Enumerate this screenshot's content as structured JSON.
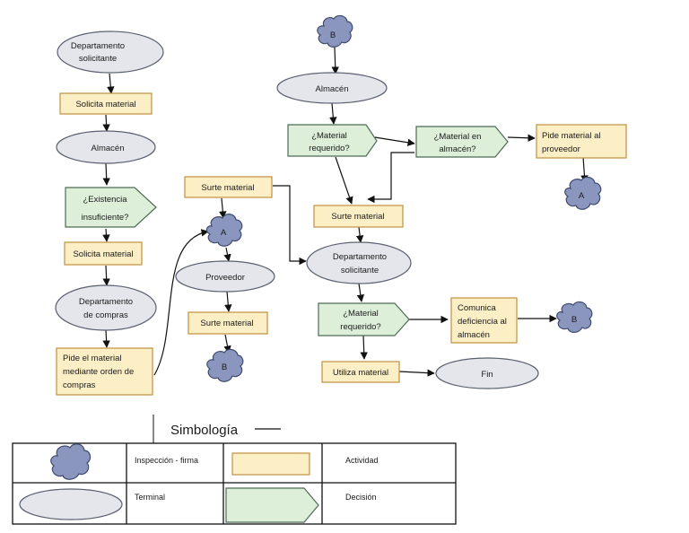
{
  "colors": {
    "activity_fill": "#FCEFC6",
    "activity_stroke": "#C09040",
    "terminal_fill": "#E4E6EB",
    "terminal_stroke": "#5A6070",
    "decision_fill": "#DDEFD9",
    "decision_stroke": "#4E6B55",
    "cloud_fill": "#8A96BE",
    "cloud_stroke": "#3F4A6E",
    "line": "#111111"
  },
  "nodes": {
    "depto_solicitante_1": [
      "Departamento",
      "solicitante"
    ],
    "solicita_material_1": [
      "Solicita material"
    ],
    "almacen_1": [
      "Almacén"
    ],
    "existencia_insuficiente": [
      "¿Existencia",
      "insuficiente?"
    ],
    "solicita_material_2": [
      "Solicita material"
    ],
    "depto_compras": [
      "Departamento",
      "de compras"
    ],
    "pide_orden_compras": [
      "Pide el material",
      "mediante orden de",
      "compras"
    ],
    "surte_material_1": [
      "Surte material"
    ],
    "conector_a_1": [
      "A"
    ],
    "proveedor": [
      "Proveedor"
    ],
    "surte_material_2": [
      "Surte material"
    ],
    "conector_b_1": [
      "B"
    ],
    "conector_b_top": [
      "B"
    ],
    "almacen_2": [
      "Almacén"
    ],
    "material_requerido_1": [
      "¿Material",
      "requerido?"
    ],
    "material_en_almacen": [
      "¿Material en",
      "almacén?"
    ],
    "pide_material_proveedor": [
      "Pide material al",
      "proveedor"
    ],
    "conector_a_2": [
      "A"
    ],
    "surte_material_3": [
      "Surte material"
    ],
    "depto_solicitante_2": [
      "Departamento",
      "solicitante"
    ],
    "material_requerido_2": [
      "¿Material",
      "requerido?"
    ],
    "comunica_deficiencia": [
      "Comunica",
      "deficiencia al",
      "almacén"
    ],
    "conector_b_2": [
      "B"
    ],
    "utiliza_material": [
      "Utiliza material"
    ],
    "fin": [
      "Fin"
    ]
  },
  "legend": {
    "title": "Simbología",
    "inspection": "Inspección - firma",
    "activity": "Actividad",
    "terminal": "Terminal",
    "decision": "Decisión"
  }
}
